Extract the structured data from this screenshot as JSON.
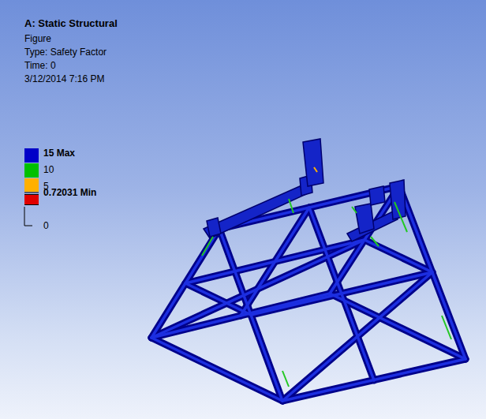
{
  "diagram": {
    "title": "A: Static Structural",
    "labels": [
      "Figure",
      "Type: Safety Factor",
      "Time: 0",
      "3/12/2014 7:16 PM"
    ],
    "legend": [
      {
        "text": "15 Max",
        "color": "#0000c8"
      },
      {
        "text": "10",
        "color": "#00c000"
      },
      {
        "text": "5",
        "color": "#ffb000"
      },
      {
        "text": "0.72031 Min",
        "color": "#e00000"
      },
      {
        "text": "0"
      }
    ]
  }
}
